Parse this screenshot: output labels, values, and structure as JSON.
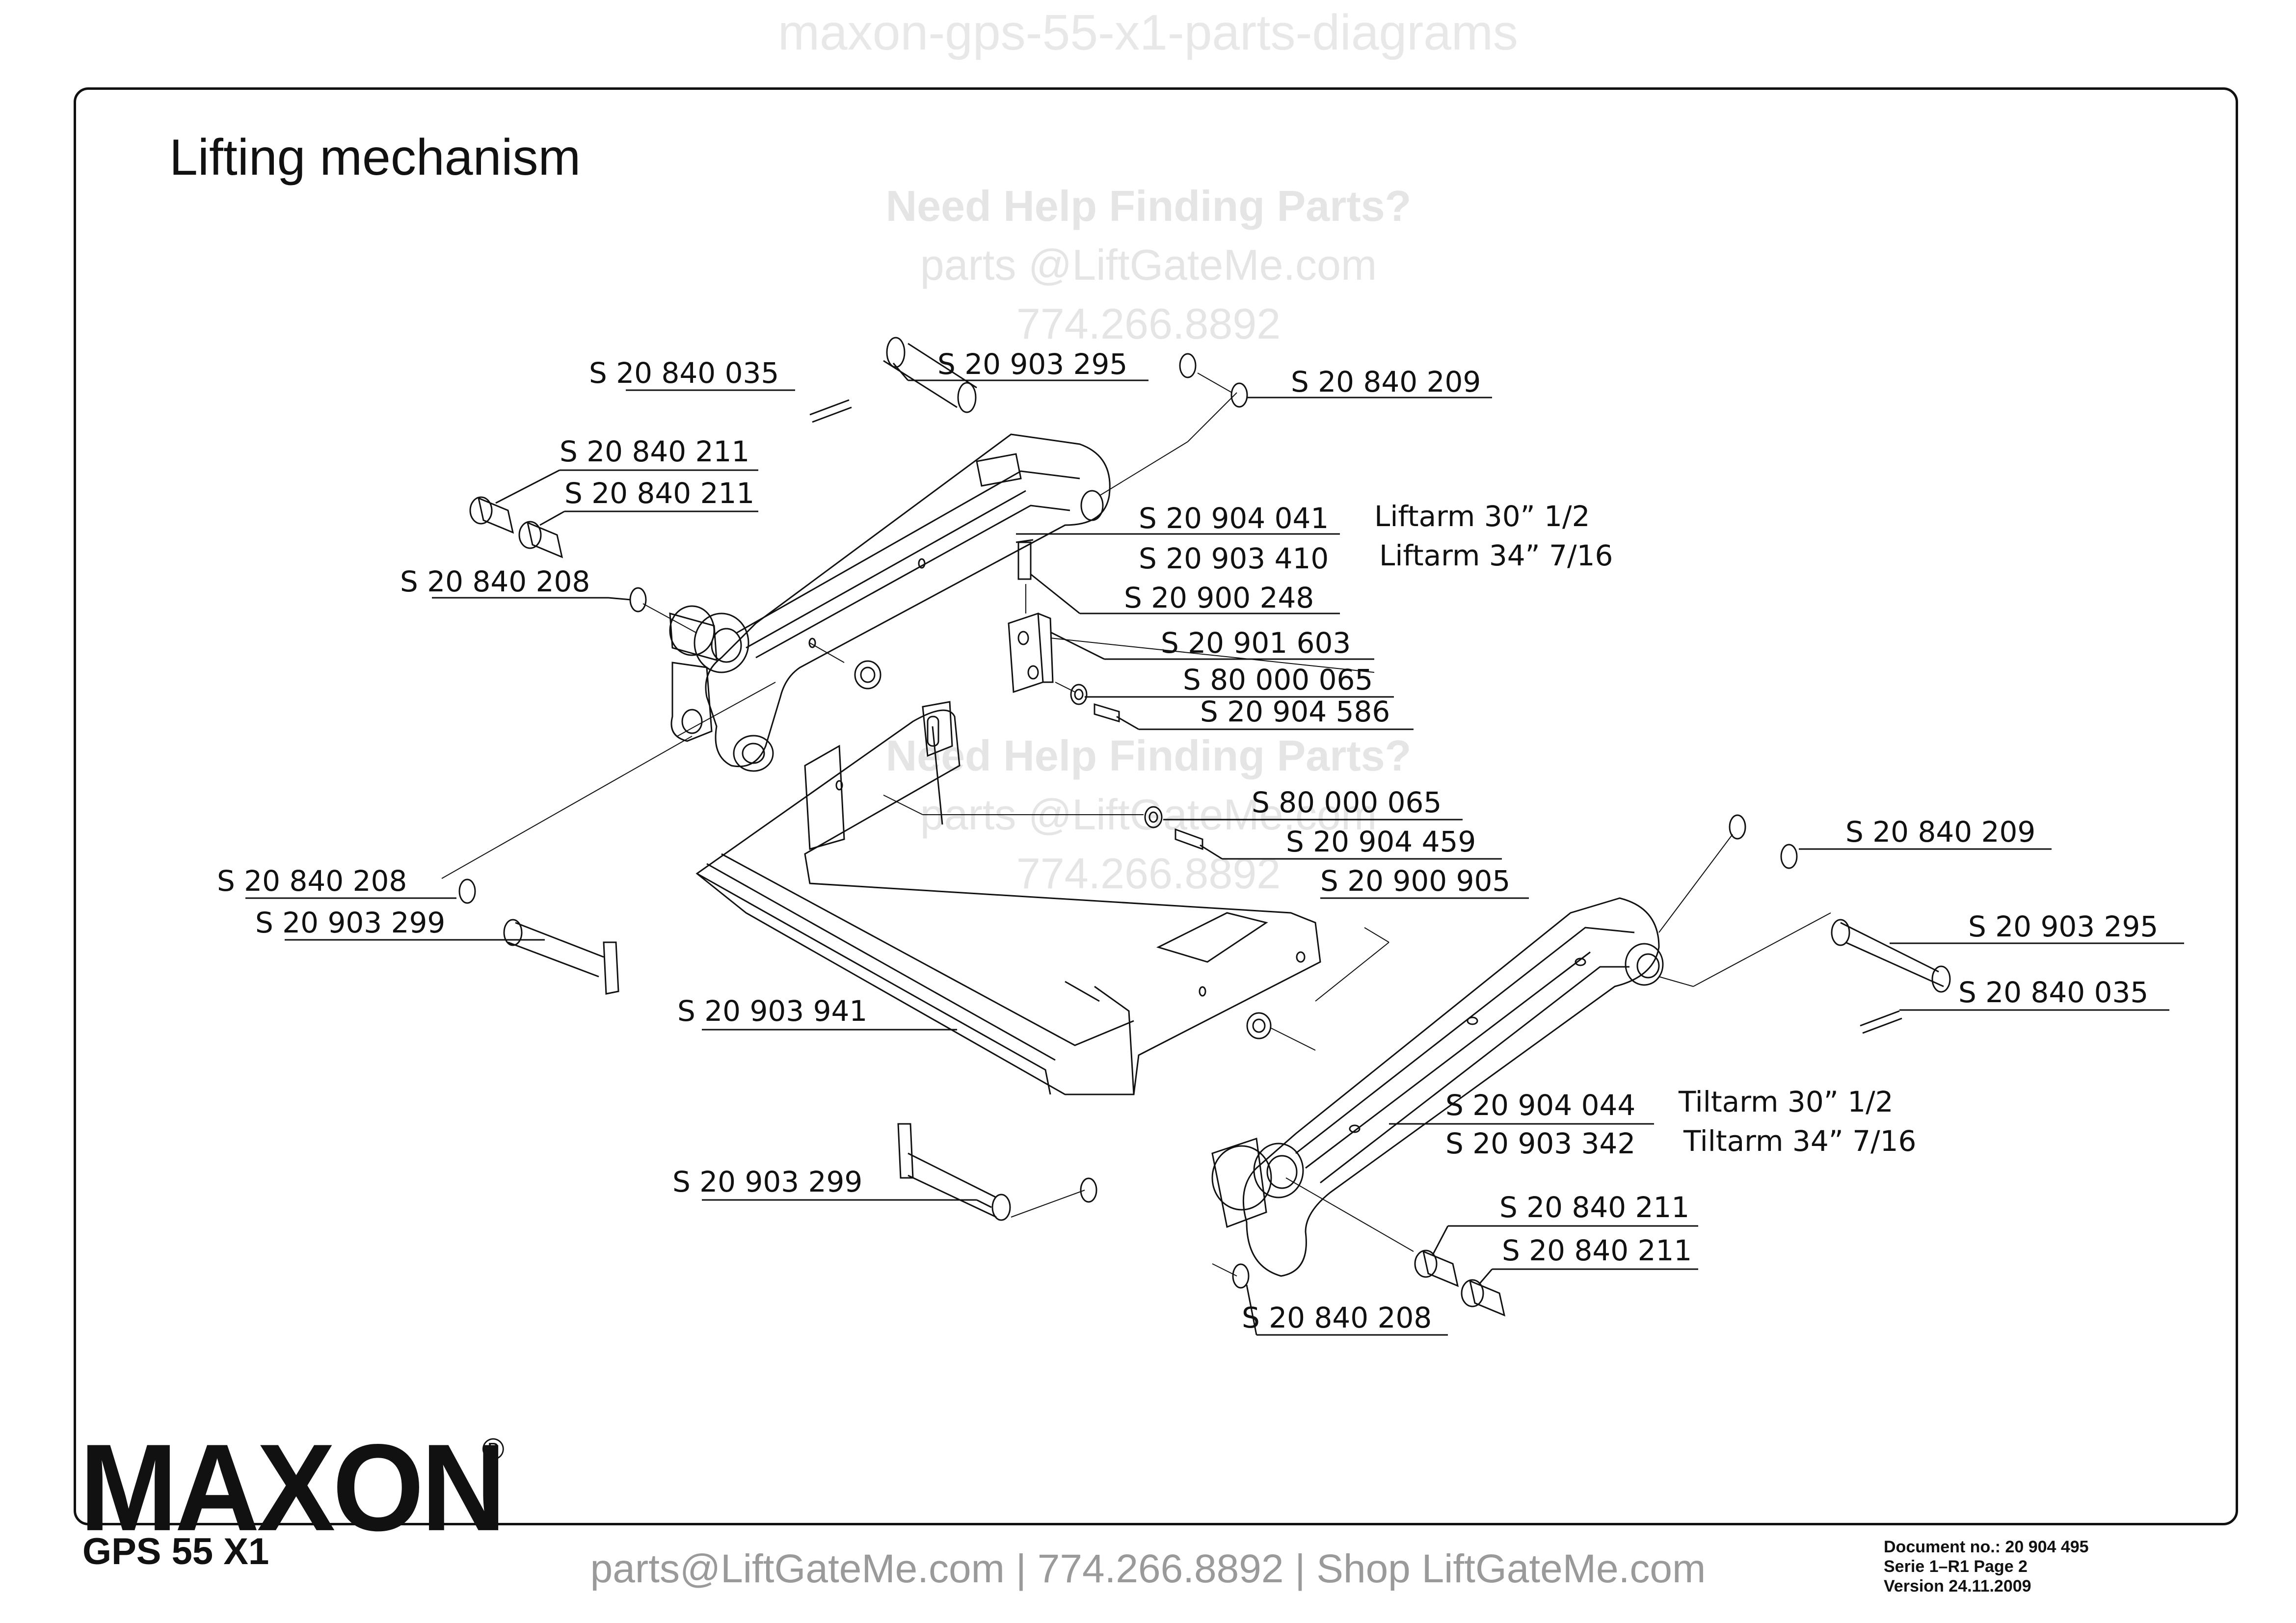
{
  "watermark_top": "maxon-gps-55-x1-parts-diagrams",
  "title": "Lifting mechanism",
  "help_watermark": {
    "heading": "Need Help Finding Parts?",
    "email": "parts @LiftGateMe.com",
    "phone": "774.266.8892"
  },
  "parts": {
    "p1": "S  20  840  035",
    "p2": "S  20  903  295",
    "p3": "S   20  840  209",
    "p4": "S 20  840  211",
    "p5": "S 20  840  211",
    "p6": "S 20  904  041",
    "p6d": "Liftarm  30” 1/2",
    "p7": "S 20  903  410",
    "p7d": "Liftarm  34” 7/16",
    "p8": "S 20  840  208",
    "p9": "S  20  900  248",
    "p10": "S  20  901  603",
    "p11": "S  80  000  065",
    "p12": "S  20  904  586",
    "p13": "S  80  000  065",
    "p14": "S  20  904  459",
    "p15": "S  20  900  905",
    "p16": "S  20  840  209",
    "p17": "S 20  840  208",
    "p18": "S  20  903  299",
    "p19": "S  20  903  295",
    "p20": "S  20  840  035",
    "p21": "S 20  903  941",
    "p22": "S  20  904  044",
    "p22d": "Tiltarm  30” 1/2",
    "p23": "S  20  903  342",
    "p23d": "Tiltarm  34” 7/16",
    "p24": "S 20  903  299",
    "p25": "S  20  840  211",
    "p26": "S  20  840  211",
    "p27": "S 20  840  208"
  },
  "brand": {
    "logo": "MAXON",
    "registered": "®",
    "model": "GPS 55 X1"
  },
  "footer": "parts@LiftGateMe.com | 774.266.8892 | Shop LiftGateMe.com",
  "doc_info": {
    "document": "Document no.:  20 904 495",
    "serie": "Serie 1–R1  Page 2",
    "version": "Version  24.11.2009"
  }
}
